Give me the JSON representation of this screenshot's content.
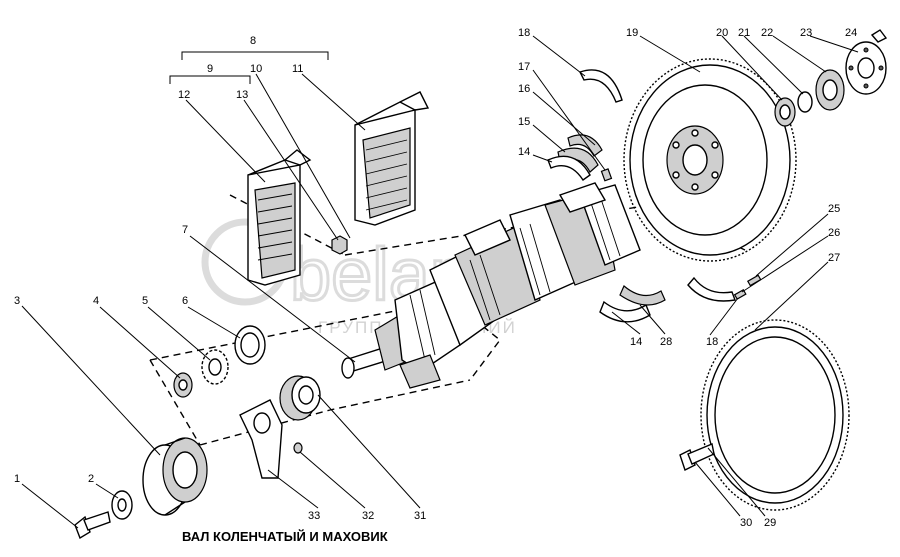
{
  "caption": "ВАЛ КОЛЕНЧАТЫЙ И МАХОВИК",
  "watermark": {
    "logo_text": "belarco",
    "subtitle": "ГРУППА КОМПАНИЙ"
  },
  "callouts": {
    "c1": "1",
    "c2": "2",
    "c3": "3",
    "c4": "4",
    "c5": "5",
    "c6": "6",
    "c7": "7",
    "c8": "8",
    "c9": "9",
    "c10": "10",
    "c11": "11",
    "c12": "12",
    "c13": "13",
    "c14a": "14",
    "c14b": "14",
    "c15": "15",
    "c16": "16",
    "c17": "17",
    "c18a": "18",
    "c18b": "18",
    "c19": "19",
    "c20": "20",
    "c21": "21",
    "c22": "22",
    "c23": "23",
    "c24": "24",
    "c25": "25",
    "c26": "26",
    "c27": "27",
    "c28": "28",
    "c29": "29",
    "c30": "30",
    "c31": "31",
    "c32": "32",
    "c33": "33"
  },
  "colors": {
    "line": "#000000",
    "watermark": "#d2d2d2",
    "background": "#ffffff"
  }
}
